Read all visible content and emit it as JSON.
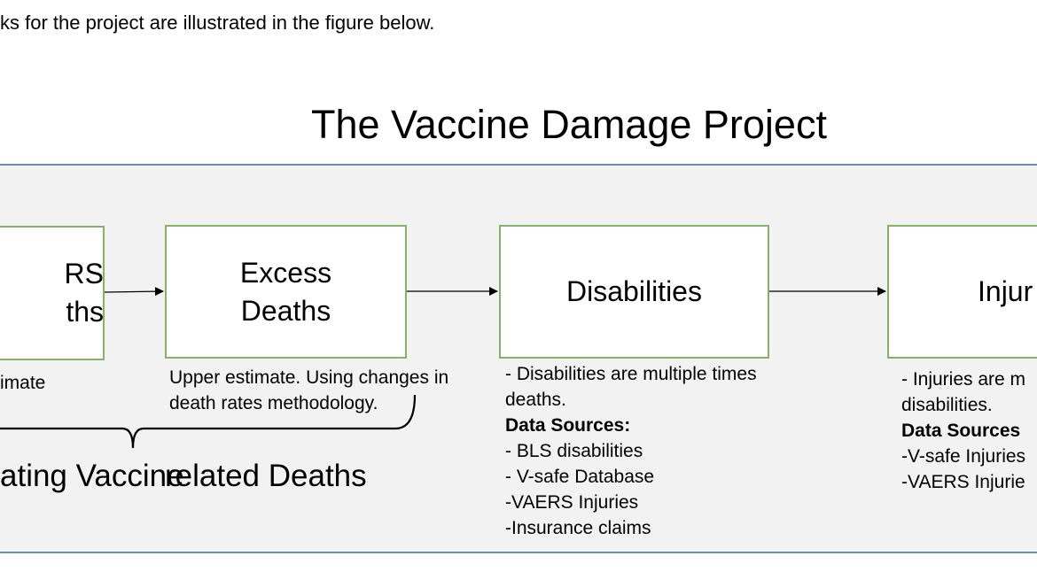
{
  "intro": "ks for the project are illustrated in the figure below.",
  "title": "The Vaccine Damage Project",
  "boxes": {
    "vaers_deaths": {
      "line1": "RS",
      "line2": "ths"
    },
    "excess_deaths": {
      "line1": "Excess",
      "line2": "Deaths"
    },
    "disabilities": {
      "label": "Disabilities"
    },
    "injuries": {
      "label": "Injur"
    }
  },
  "notes": {
    "vaers": "imate",
    "excess": {
      "line1": "Upper estimate. Using changes in",
      "line2": "death rates methodology."
    },
    "disabilities": {
      "line1": "- Disabilities are multiple times",
      "line2": "deaths.",
      "heading": "Data Sources:",
      "sources": [
        "- BLS disabilities",
        "- V-safe Database",
        "-VAERS Injuries",
        "-Insurance claims"
      ]
    },
    "injuries": {
      "line1": "- Injuries are m",
      "line2": "disabilities.",
      "heading": "Data Sources",
      "sources": [
        "-V-safe Injuries",
        "-VAERS Injurie"
      ]
    }
  },
  "group_label_left": "ating Vaccine",
  "group_label_right": "related Deaths"
}
